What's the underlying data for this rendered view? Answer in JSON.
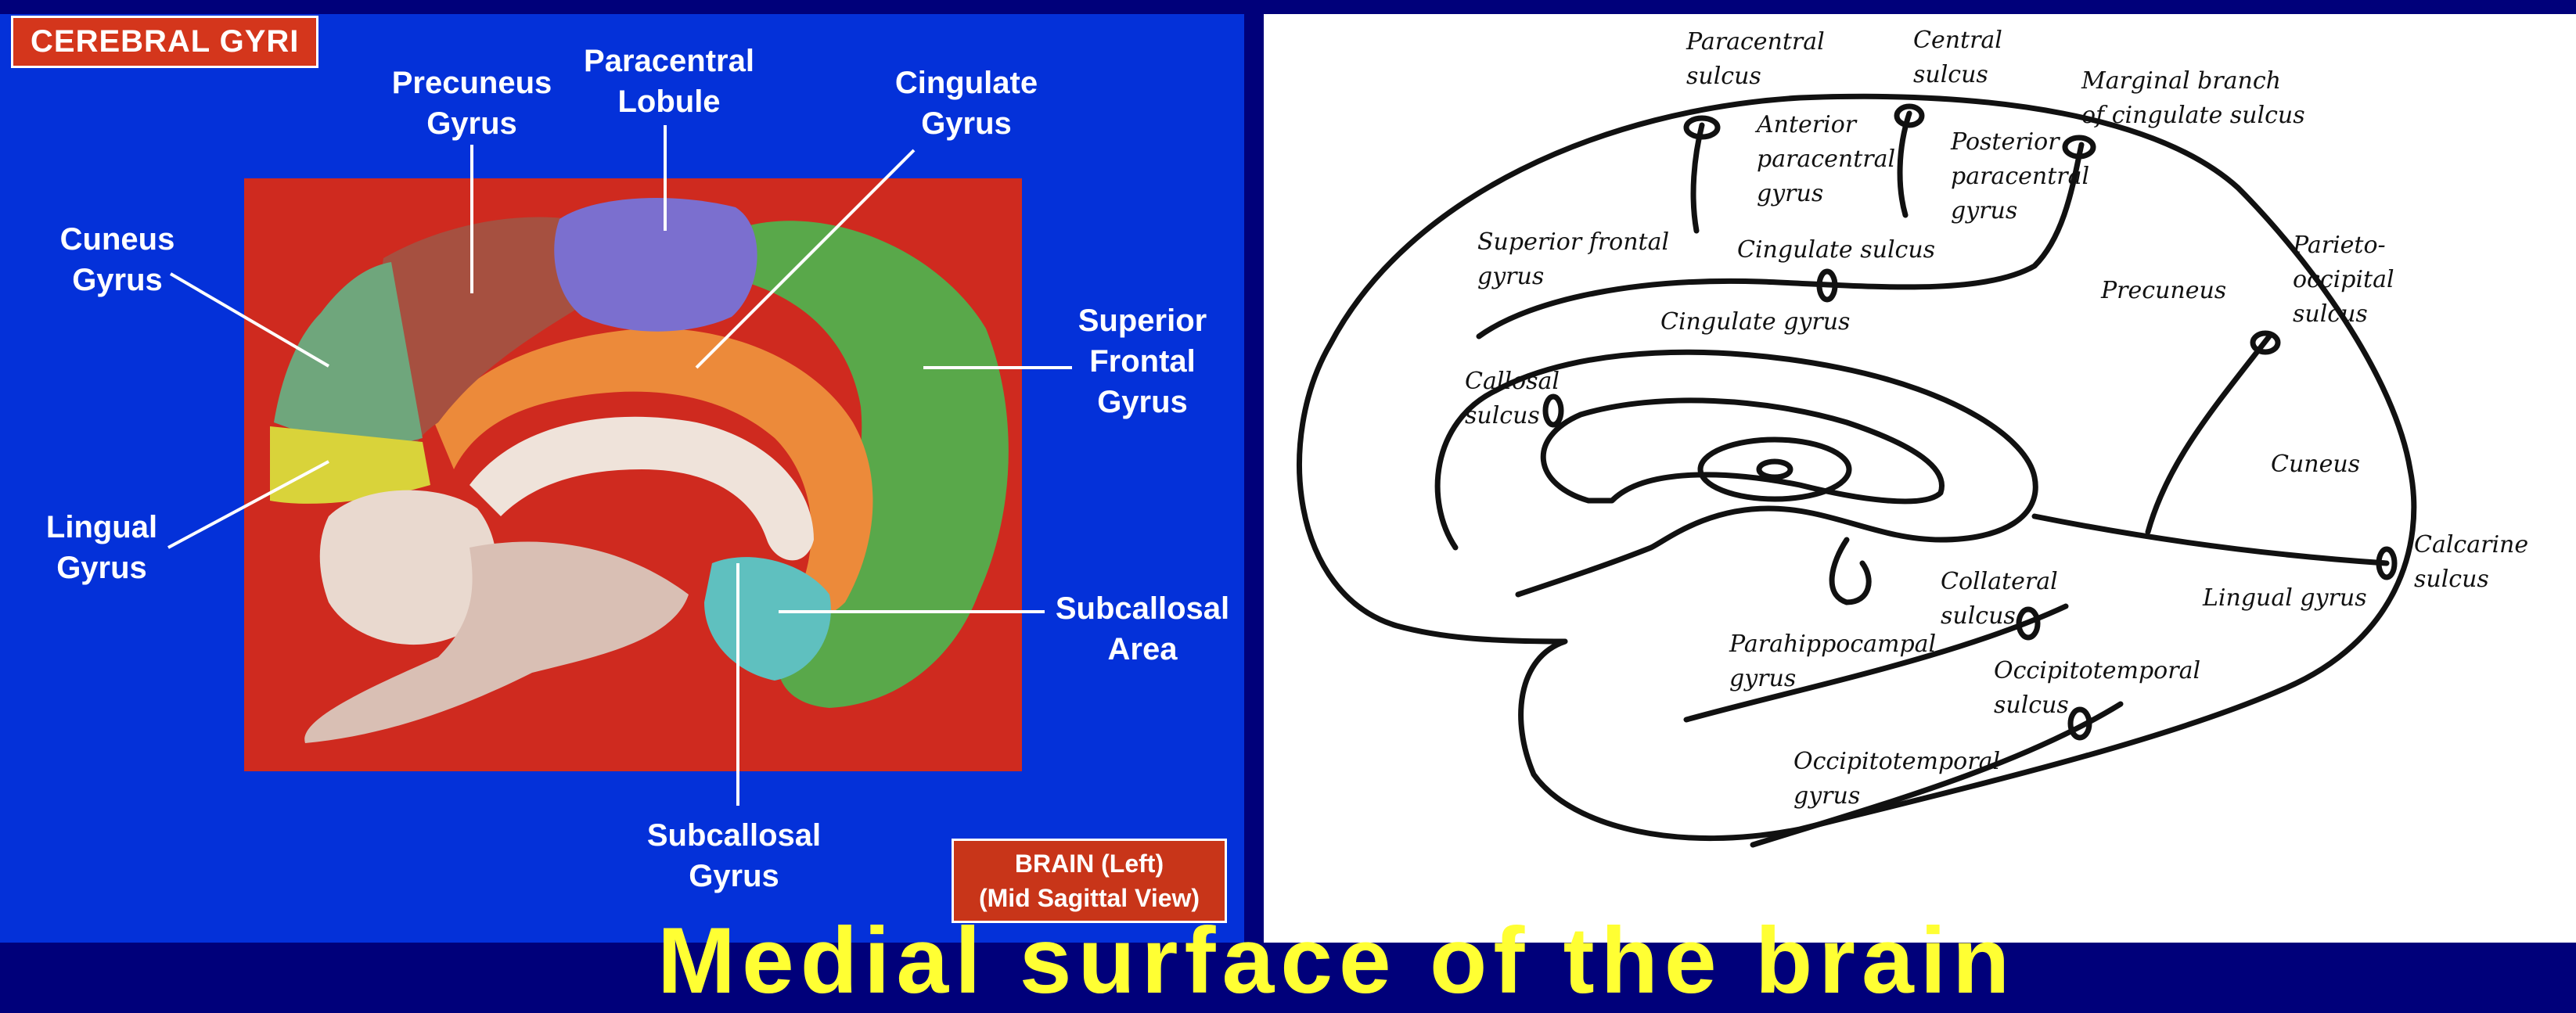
{
  "left_panel": {
    "title": "CEREBRAL  GYRI",
    "caption_line1": "BRAIN (Left)",
    "caption_line2": "(Mid Sagittal View)",
    "labels": {
      "precuneus": [
        "Precuneus",
        "Gyrus"
      ],
      "paracentral": [
        "Paracentral",
        "Lobule"
      ],
      "cingulate": [
        "Cingulate",
        "Gyrus"
      ],
      "cuneus": [
        "Cuneus",
        "Gyrus"
      ],
      "superior_frontal": [
        "Superior",
        "Frontal",
        "Gyrus"
      ],
      "lingual": [
        "Lingual",
        "Gyrus"
      ],
      "subcallosal_area": [
        "Subcallosal",
        "Area"
      ],
      "subcallosal_gyrus": [
        "Subcallosal",
        "Gyrus"
      ]
    },
    "colors": {
      "background": "#0431d9",
      "photo_bg": "#cf2a1f",
      "cuneus": "#6fa67c",
      "precuneus": "#a65040",
      "paracentral": "#7b6fcf",
      "cingulate": "#ec8a3a",
      "superior_frontal": "#59a84a",
      "lingual": "#d9d33a",
      "subcallosal": "#5fc0bf"
    }
  },
  "right_panel": {
    "labels": {
      "paracentral_sulcus": [
        "Paracentral",
        "sulcus"
      ],
      "central_sulcus": [
        "Central",
        "sulcus"
      ],
      "marginal_branch": [
        "Marginal branch",
        "of cingulate sulcus"
      ],
      "anterior_paracentral": [
        "Anterior",
        "paracentral",
        "gyrus"
      ],
      "posterior_paracentral": [
        "Posterior",
        "paracentral",
        "gyrus"
      ],
      "superior_frontal_gyrus": [
        "Superior frontal",
        "gyrus"
      ],
      "cingulate_sulcus": [
        "Cingulate sulcus"
      ],
      "cingulate_gyrus": [
        "Cingulate gyrus"
      ],
      "precuneus": [
        "Precuneus"
      ],
      "parieto_occipital": [
        "Parieto-",
        "occipital",
        "sulcus"
      ],
      "callosal_sulcus": [
        "Callosal",
        "sulcus"
      ],
      "cuneus": [
        "Cuneus"
      ],
      "calcarine_sulcus": [
        "Calcarine",
        "sulcus"
      ],
      "collateral_sulcus": [
        "Collateral",
        "sulcus"
      ],
      "lingual_gyrus": [
        "Lingual gyrus"
      ],
      "parahippocampal": [
        "Parahippocampal",
        "gyrus"
      ],
      "occipitotemporal_sulcus": [
        "Occipitotemporal",
        "sulcus"
      ],
      "occipitotemporal_gyrus": [
        "Occipitotemporal",
        "gyrus"
      ]
    }
  },
  "bottom_text": "Medial surface of the brain"
}
